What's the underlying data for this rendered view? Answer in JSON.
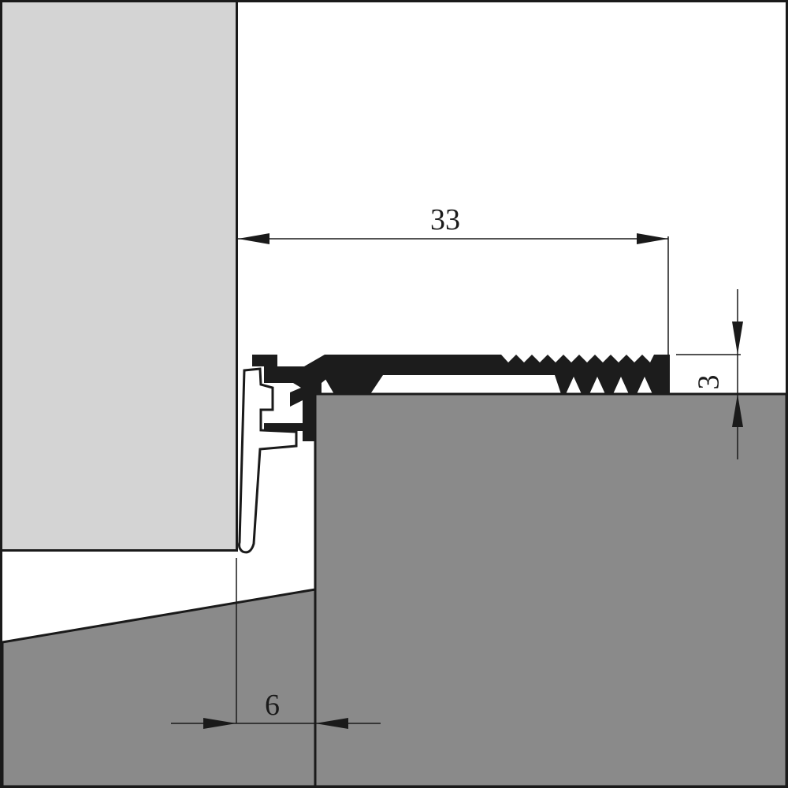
{
  "diagram": {
    "type": "technical-cross-section",
    "colors": {
      "door_leaf": "#d4d4d4",
      "floor": "#8a8a8a",
      "profile": "#1c1c1c",
      "background": "#ffffff",
      "outline": "#1a1a1a"
    },
    "dimensions": {
      "width_label": "33",
      "height_label": "3",
      "gap_label": "6"
    }
  }
}
